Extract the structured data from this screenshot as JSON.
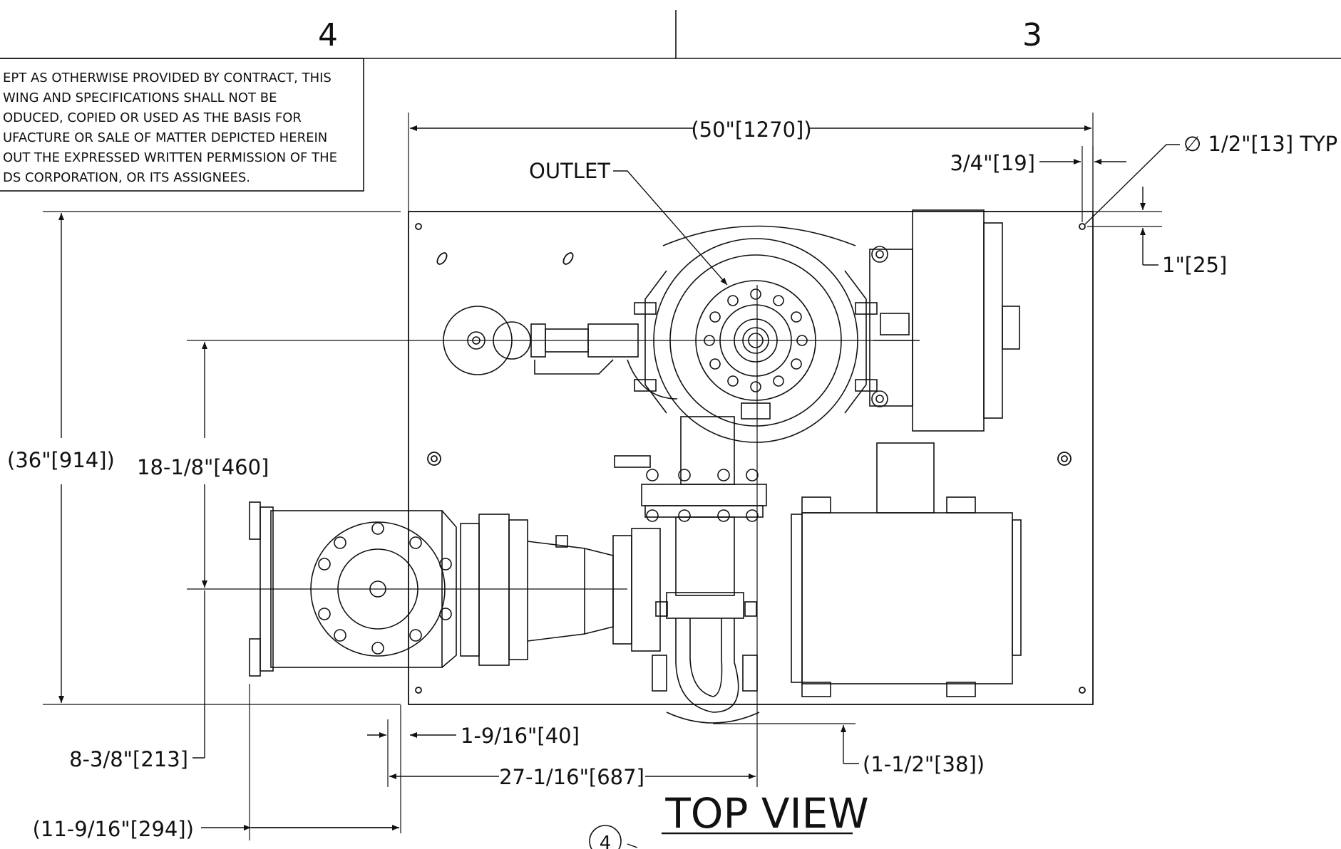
{
  "zone_labels": {
    "left": "4",
    "right": "3"
  },
  "notice": {
    "lines": [
      "EPT AS OTHERWISE PROVIDED BY CONTRACT, THIS",
      "WING AND SPECIFICATIONS SHALL NOT BE",
      "ODUCED, COPIED OR USED AS THE BASIS FOR",
      "UFACTURE OR SALE OF MATTER DEPICTED HEREIN",
      "OUT THE EXPRESSED WRITTEN PERMISSION OF THE",
      "DS CORPORATION, OR ITS ASSIGNEES."
    ]
  },
  "callouts": {
    "outlet": "OUTLET"
  },
  "dimensions": {
    "overall_width": "(50\"[1270])",
    "edge_offset_x": "3/4\"[19]",
    "hole_dia": "∅ 1/2\"[13] TYP",
    "edge_offset_y": "1\"[25]",
    "overall_depth": "(36\"[914])",
    "outlet_y": "18-1/8\"[460]",
    "inlet_y": "8-3/8\"[213]",
    "inlet_flange_gap": "1-9/16\"[40]",
    "outlet_x": "27-1/16\"[687]",
    "pipe_overhang": "(1-1/2\"[38])",
    "inlet_overhang": "(11-9/16\"[294])"
  },
  "view_title": "TOP VIEW",
  "balloon": "4"
}
